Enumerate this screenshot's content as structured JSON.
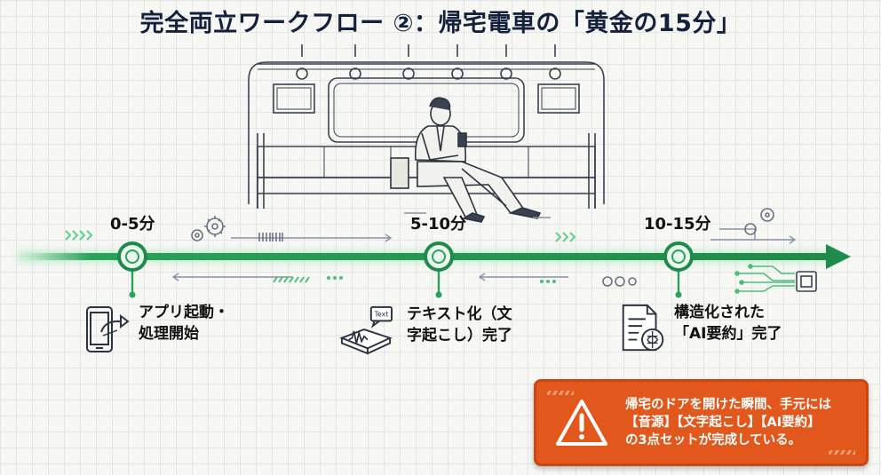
{
  "title": "完全両立ワークフロー ②：帰宅電車の「黄金の15分」",
  "phases": [
    {
      "label": "0-5分",
      "step": [
        "アプリ起動・",
        "処理開始"
      ],
      "icon": "smartphone-arrow-icon"
    },
    {
      "label": "5-10分",
      "step": [
        "テキスト化（文",
        "字起こし）完了"
      ],
      "icon": "audio-to-text-icon"
    },
    {
      "label": "10-15分",
      "step": [
        "構造化された",
        "「AI要約」完了"
      ],
      "icon": "document-brain-icon"
    }
  ],
  "text_chip": "Text",
  "alert": {
    "lines": [
      "帰宅のドアを開けた瞬間、手元には",
      "【音源】【文字起こし】【AI要約】",
      "の3点セットが完成している。"
    ],
    "icon": "warning-triangle-icon"
  },
  "colors": {
    "accent_green": "#27a35a",
    "alert_orange": "#e2581c",
    "title": "#14213d"
  }
}
